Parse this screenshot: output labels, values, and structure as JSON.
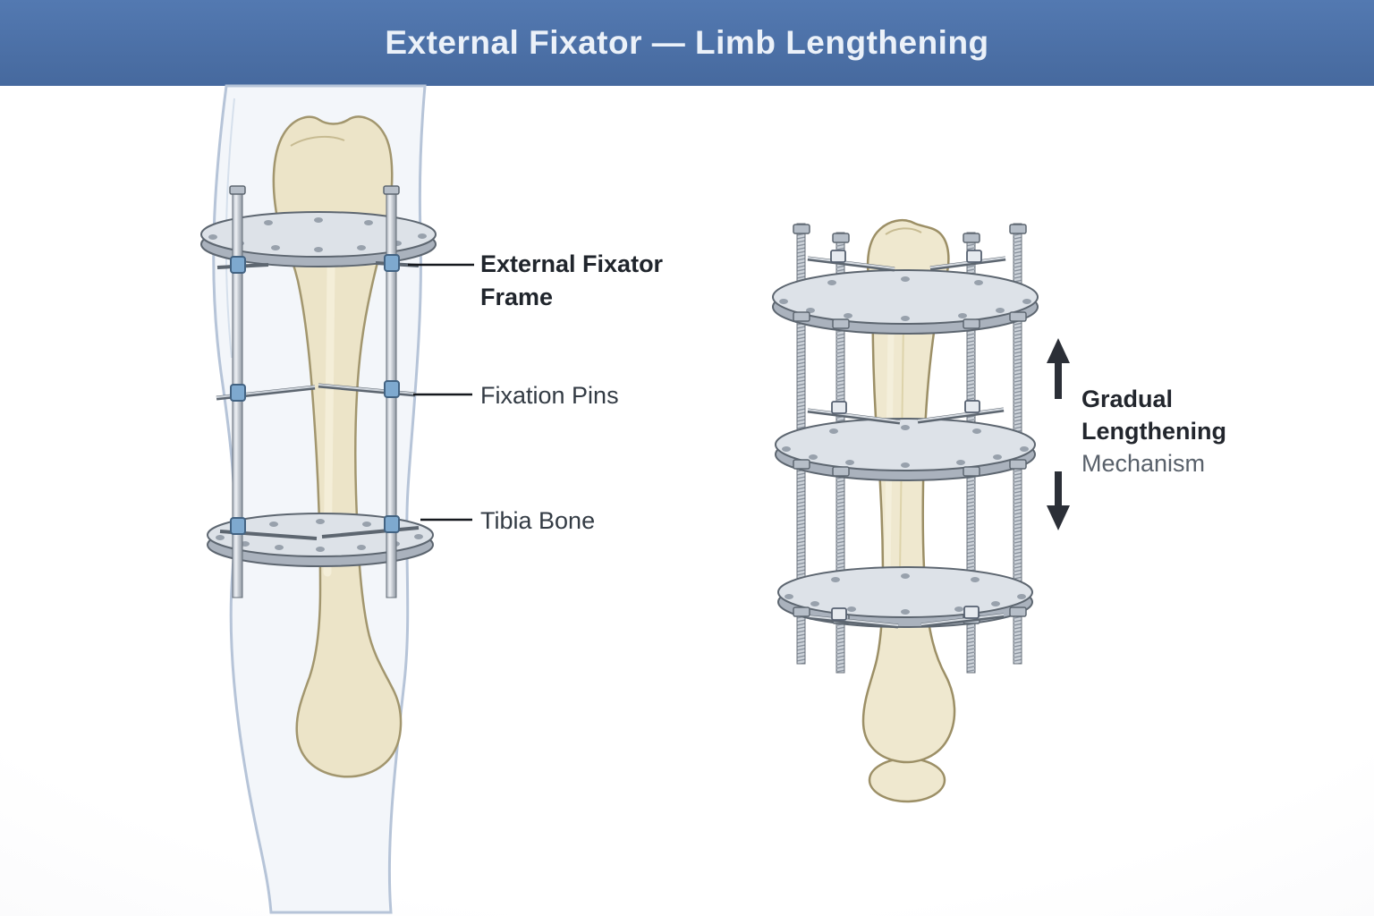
{
  "header": {
    "title": "External Fixator — Limb Lengthening"
  },
  "left_figure": {
    "frame_label": {
      "line1": "External Fixator",
      "line2": "Frame"
    },
    "pins_label": "Fixation Pins",
    "tibia_label": "Tibia Bone"
  },
  "right_figure": {
    "mechanism_label": {
      "line1": "Gradual",
      "line2": "Lengthening",
      "line3": "Mechanism"
    }
  },
  "colors": {
    "header_bg": "#4d72a8",
    "header_text": "#ebf1f9",
    "bone_fill": "#ece4c8",
    "bone_outline": "#a2966e",
    "ring_fill": "#dde2e8",
    "ring_outline": "#5d6670",
    "clamp_blue": "#7ea9cf",
    "leg_outline": "#b6c4d8",
    "label_dark": "#20252c",
    "label_gray": "#59616b",
    "arrow": "#2b2f37"
  }
}
